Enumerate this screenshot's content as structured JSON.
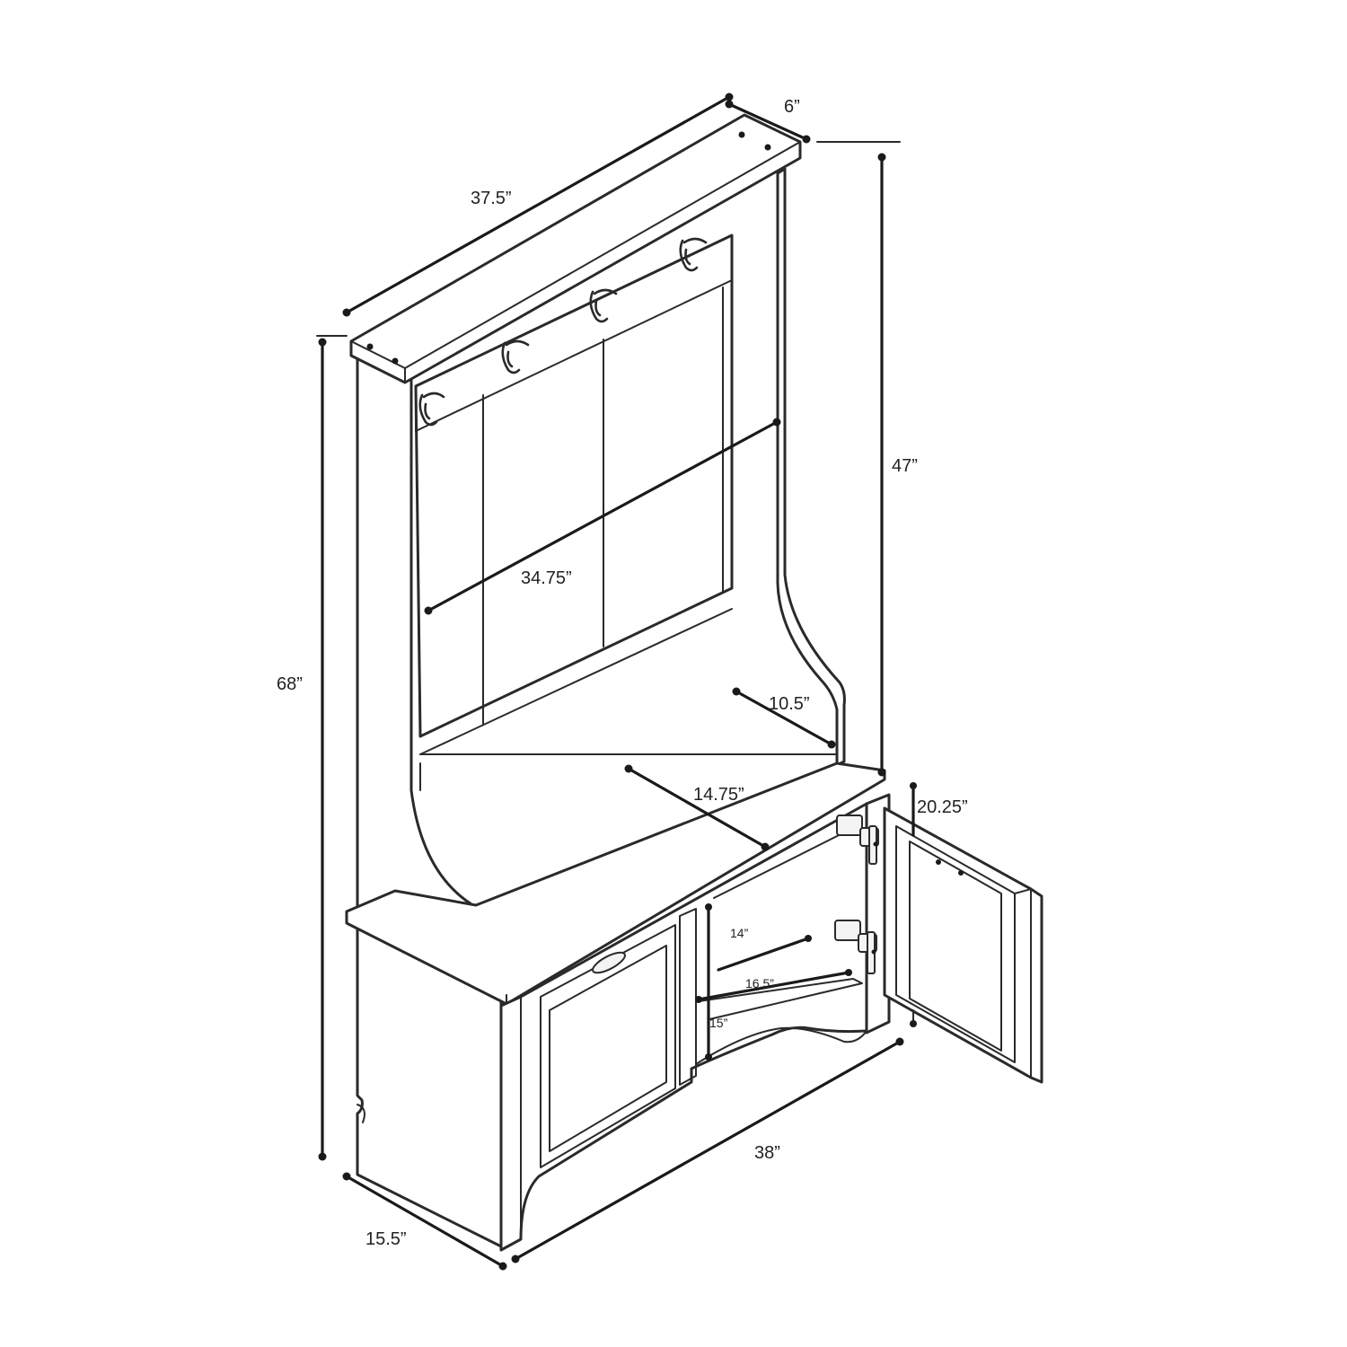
{
  "diagram": {
    "dimensions": {
      "depth_top": "6”",
      "width_top": "37.5”",
      "upper_height": "47”",
      "inner_width": "34.75”",
      "total_height": "68”",
      "side_depth": "10.5”",
      "seat_depth": "14.75”",
      "cabinet_height": "20.25”",
      "shelf_depth": "14”",
      "shelf_width": "16.5”",
      "shelf_height": "15”",
      "base_width": "38”",
      "base_depth": "15.5”"
    }
  }
}
